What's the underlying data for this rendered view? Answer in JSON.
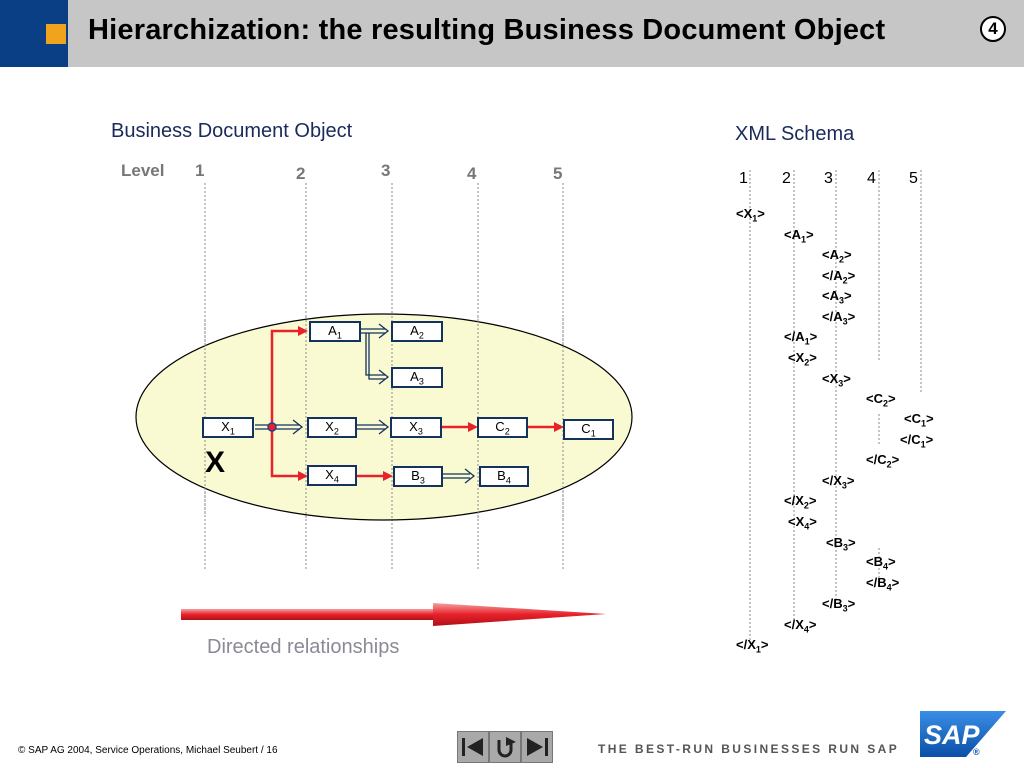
{
  "header": {
    "title": "Hierarchization: the resulting Business Document Object",
    "step": "4"
  },
  "left": {
    "heading": "Business Document Object",
    "level_label": "Level",
    "levels": [
      "1",
      "2",
      "3",
      "4",
      "5"
    ],
    "big_label": "X",
    "caption": "Directed relationships",
    "nodes": {
      "x1": {
        "base": "X",
        "sub": "1"
      },
      "x2": {
        "base": "X",
        "sub": "2"
      },
      "x3": {
        "base": "X",
        "sub": "3"
      },
      "x4": {
        "base": "X",
        "sub": "4"
      },
      "a1": {
        "base": "A",
        "sub": "1"
      },
      "a2": {
        "base": "A",
        "sub": "2"
      },
      "a3": {
        "base": "A",
        "sub": "3"
      },
      "b3": {
        "base": "B",
        "sub": "3"
      },
      "b4": {
        "base": "B",
        "sub": "4"
      },
      "c1": {
        "base": "C",
        "sub": "1"
      },
      "c2": {
        "base": "C",
        "sub": "2"
      }
    }
  },
  "right": {
    "heading": "XML Schema",
    "levels": [
      "1",
      "2",
      "3",
      "4",
      "5"
    ],
    "tags": [
      {
        "pre": "<X",
        "sub": "1",
        "post": ">"
      },
      {
        "pre": "<A",
        "sub": "1",
        "post": ">"
      },
      {
        "pre": "<A",
        "sub": "2",
        "post": ">"
      },
      {
        "pre": "</A",
        "sub": "2",
        "post": ">"
      },
      {
        "pre": "<A",
        "sub": "3",
        "post": ">"
      },
      {
        "pre": "</A",
        "sub": "3",
        "post": ">"
      },
      {
        "pre": "</A",
        "sub": "1",
        "post": ">"
      },
      {
        "pre": "<X",
        "sub": "2",
        "post": ">"
      },
      {
        "pre": "<X",
        "sub": "3",
        "post": ">"
      },
      {
        "pre": "<C",
        "sub": "2",
        "post": ">"
      },
      {
        "pre": "<C",
        "sub": "1",
        "post": ">"
      },
      {
        "pre": "</C",
        "sub": "1",
        "post": ">"
      },
      {
        "pre": "</C",
        "sub": "2",
        "post": ">"
      },
      {
        "pre": "</X",
        "sub": "3",
        "post": ">"
      },
      {
        "pre": "</X",
        "sub": "2",
        "post": ">"
      },
      {
        "pre": "<X",
        "sub": "4",
        "post": ">"
      },
      {
        "pre": "<B",
        "sub": "3",
        "post": ">"
      },
      {
        "pre": "<B",
        "sub": "4",
        "post": ">"
      },
      {
        "pre": "</B",
        "sub": "4",
        "post": ">"
      },
      {
        "pre": "</B",
        "sub": "3",
        "post": ">"
      },
      {
        "pre": "</X",
        "sub": "4",
        "post": ">"
      },
      {
        "pre": "</X",
        "sub": "1",
        "post": ">"
      }
    ]
  },
  "footer": {
    "copyright": "©  SAP AG 2004, Service Operations, Michael Seubert / 16",
    "tagline": "THE BEST-RUN BUSINESSES RUN SAP",
    "logo_text": "SAP",
    "logo_mark": "®",
    "nav": [
      "back-icon",
      "return-icon",
      "forward-icon"
    ]
  },
  "colors": {
    "header_blue": "#0a3f86",
    "header_orange": "#f0a31c",
    "header_gray": "#c6c6c6",
    "node_border": "#13325e",
    "ellipse_fill": "#fafad2",
    "red_arrow": "#e8212a",
    "sap_blue": "#0a5bb5"
  }
}
